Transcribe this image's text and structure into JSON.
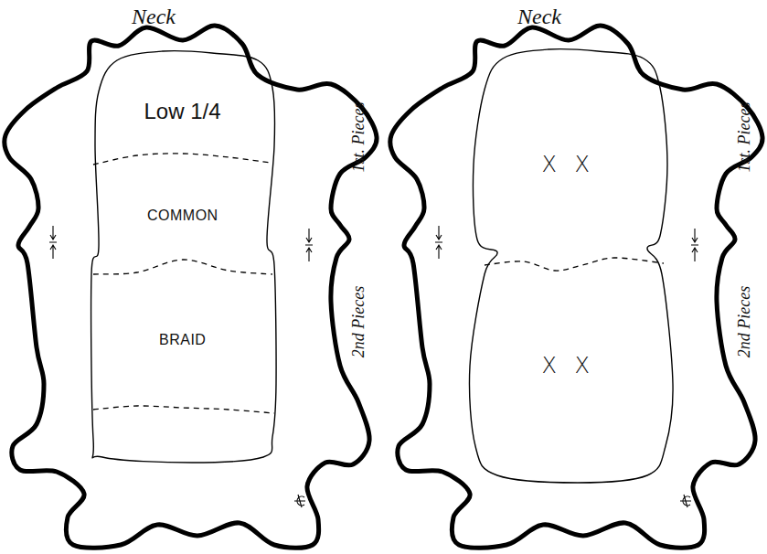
{
  "diagram": {
    "nodes": [
      {
        "text": [
          "Neck",
          "1st. Pieces",
          "2nd Pieces"
        ]
      },
      {
        "text": [
          "Low 1/4"
        ],
        "in": 0
      },
      {
        "text": [
          "COMMON"
        ],
        "in": 0
      },
      {
        "text": [
          "BRAID"
        ],
        "in": 0
      },
      {
        "text": [
          "Neck",
          "1st. Pieces",
          "2nd Pieces"
        ]
      },
      {
        "text": [
          "X X"
        ],
        "in": 4
      },
      {
        "text": [
          "X X"
        ],
        "in": 4
      }
    ]
  }
}
